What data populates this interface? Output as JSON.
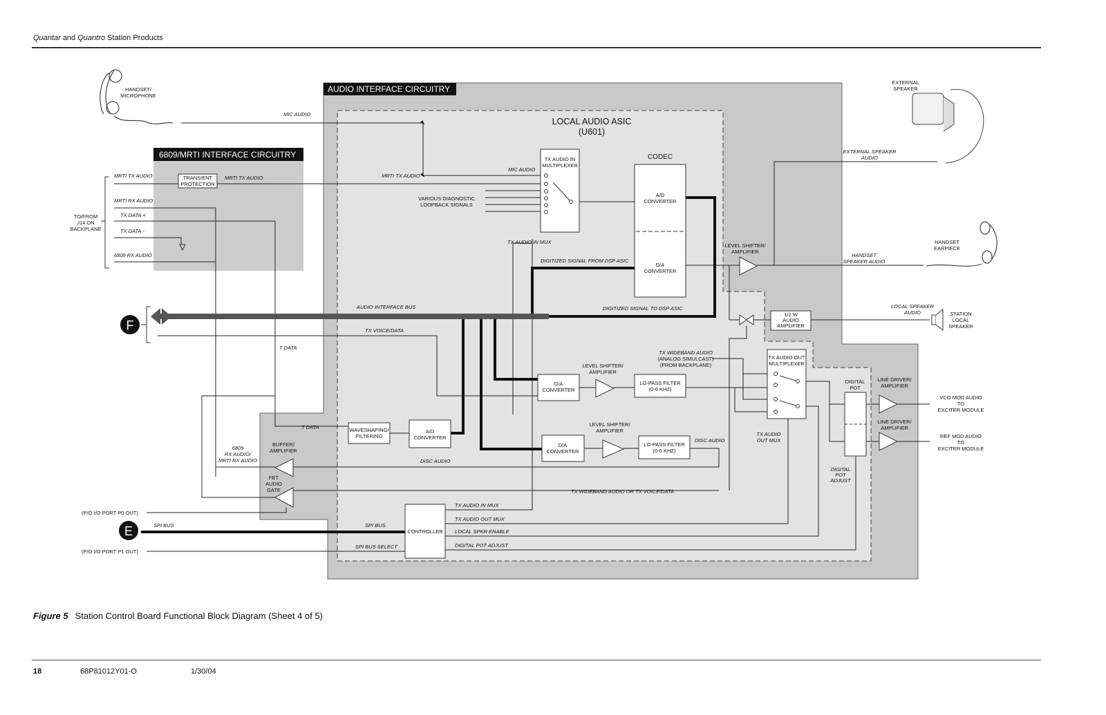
{
  "header": {
    "brand1": "Quantar",
    "and": "and",
    "brand2": "Quantro",
    "suffix": "Station Products"
  },
  "footer": {
    "page_number": "18",
    "doc_number": "68P81012Y01-O",
    "date": "1/30/04"
  },
  "caption": {
    "figure": "Figure 5",
    "title": "Station Control Board Functional Block Diagram (Sheet 4 of 5)"
  },
  "colors": {
    "outer_region": "#c8c8c8",
    "asic_region": "#e3e3e3",
    "mrti_region": "#cccccc",
    "bus": "#555555",
    "title_bar": "#111111"
  },
  "diagram": {
    "regions": {
      "audio_interface": "AUDIO INTERFACE CIRCUITRY",
      "mrti_interface": "6809/MRTI INTERFACE CIRCUITRY",
      "asic_title": "LOCAL AUDIO ASIC",
      "asic_ref": "(U601)",
      "codec": "CODEC"
    },
    "devices": {
      "handset_mic": [
        "HANDSET/",
        "MICROPHONE"
      ],
      "external_speaker": [
        "EXTERNAL",
        "SPEAKER"
      ],
      "handset_earpiece": [
        "HANDSET",
        "EARPIECE"
      ],
      "station_speaker": [
        "STATION",
        "LOCAL",
        "SPEAKER"
      ],
      "backplane": [
        "TO/FROM",
        "J14 ON",
        "BACKPLANE"
      ],
      "connector_f": "F",
      "connector_e": "E"
    },
    "blocks": {
      "transient": [
        "TRANSIENT",
        "PROTECTION"
      ],
      "tx_in_mux": [
        "TX AUDIO IN",
        "MULTIPLEXER"
      ],
      "ad_codec": [
        "A/D",
        "CONVERTER"
      ],
      "da_codec": [
        "D/A",
        "CONVERTER"
      ],
      "level_shifter_top": [
        "LEVEL SHIFTER/",
        "AMPLIFIER"
      ],
      "half_watt": [
        "1/2 W",
        "AUDIO",
        "AMPLIFIER"
      ],
      "da1": [
        "D/A",
        "CONVERTER"
      ],
      "ls1": [
        "LEVEL SHIFTER/",
        "AMPLIFIER"
      ],
      "lpf1": [
        "LO-PASS FILTER",
        "(0-6 KHZ)"
      ],
      "da2": [
        "D/A",
        "CONVERTER"
      ],
      "ls2": [
        "LEVEL SHIFTER/",
        "AMPLIFIER"
      ],
      "lpf2": [
        "LO-PASS FILTER",
        "(0-6 KHZ)"
      ],
      "waveshaping": [
        "WAVESHAPING/",
        "FILTERING"
      ],
      "ad2": [
        "A/D",
        "CONVERTER"
      ],
      "tx_out_mux": [
        "TX AUDIO OUT",
        "MULTIPLEXER"
      ],
      "digital_pot": [
        "DIGITAL",
        "POT"
      ],
      "line_driver1": [
        "LINE DRIVER/",
        "AMPLIFIER"
      ],
      "line_driver2": [
        "LINE DRIVER/",
        "AMPLIFIER"
      ],
      "buffer": [
        "BUFFER/",
        "AMPLIFIER"
      ],
      "fet_gate": [
        "FET",
        "AUDIO",
        "GATE"
      ],
      "controller": "CONTROLLER"
    },
    "signals": {
      "mic_audio": "MIC AUDIO",
      "mrti_tx_audio_in": "MRTI TX AUDIO",
      "mrti_tx_audio_out": "MRTI TX AUDIO",
      "mrti_tx_audio_asic": "MRTI TX AUDIO",
      "mic_audio_mux": "MIC AUDIO",
      "mrti_rx_audio": "MRTI RX AUDIO",
      "tx_data_plus": "TX DATA +",
      "tx_data_minus": "TX DATA -",
      "rx_6809": "6809 RX AUDIO",
      "diagnostic": [
        "VARIOUS DIAGNOSTIC",
        "LOOPBACK SIGNALS"
      ],
      "tx_audio_in_mux": "TX AUDIO IN MUX",
      "digitized_from": "DIGITIZED SIGNAL FROM DSP ASIC",
      "digitized_to": "DIGITIZED SIGNAL TO DSP ASIC",
      "audio_bus": "AUDIO INTERFACE BUS",
      "tx_voice_data": "TX VOICE/DATA",
      "t_data_1": "T DATA",
      "t_data_2": "T DATA",
      "ext_spk_audio": [
        "EXTERNAL SPEAKER",
        "AUDIO"
      ],
      "handset_spk_audio": [
        "HANDSET",
        "SPEAKER AUDIO"
      ],
      "local_spk_audio": [
        "LOCAL SPEAKER",
        "AUDIO"
      ],
      "tx_wideband": [
        "TX WIDEBAND AUDIO",
        "(ANALOG SIMULCAST)",
        "(FROM BACKPLANE)"
      ],
      "disc_audio_1": "DISC AUDIO",
      "disc_audio_2": "DISC AUDIO",
      "tx_out_mux_lbl": [
        "TX AUDIO",
        "OUT MUX"
      ],
      "digital_pot_adjust": [
        "DIGITAL",
        "POT",
        "ADJUST"
      ],
      "vco_mod": [
        "VCO MOD AUDIO",
        "TO",
        "EXCITER MODULE"
      ],
      "ref_mod": [
        "REF MOD AUDIO",
        "TO",
        "EXCITER MODULE"
      ],
      "rx_6809_mrti": [
        "6809",
        "RX AUDIO/",
        "MRTI RX AUDIO"
      ],
      "tx_wideband_or_voice": "TX WIDEBAND AUDIO OR TX VOICE/DATA",
      "ctrl_tx_in_mux": "TX AUDIO IN MUX",
      "ctrl_tx_out_mux": "TX AUDIO OUT MUX",
      "ctrl_local_spkr": "LOCAL SPKR ENABLE",
      "ctrl_digital_pot": "DIGITAL POT ADJUST",
      "spi_bus_1": "SPI BUS",
      "spi_bus_2": "SPI BUS",
      "spi_bus_select": "SPI BUS SELECT",
      "port_p0": "(P/O I/O PORT P0 OUT)",
      "port_p1": "(P/O I/O PORT P1 OUT)"
    }
  }
}
